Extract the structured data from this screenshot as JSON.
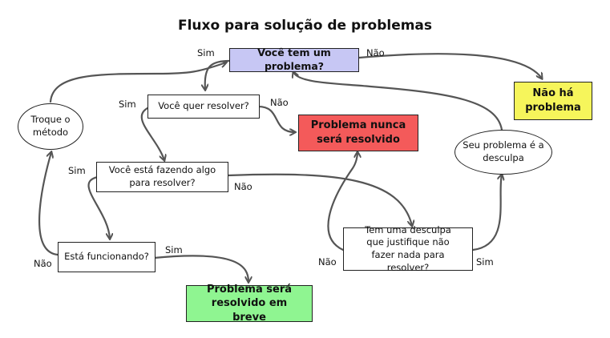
{
  "title": "Fluxo para solução de problemas",
  "nodes": {
    "tem_problema": "Você tem um problema?",
    "nao_ha": "Não há problema",
    "quer_resolver": "Você quer resolver?",
    "nunca": "Problema nunca será resolvido",
    "troque": "Troque o método",
    "fazendo_algo": "Você está fazendo algo para resolver?",
    "desculpa_q": "Seu problema é a desculpa",
    "funcionando": "Está funcionando?",
    "tem_desculpa": "Tem uma desculpa que justifique não fazer nada para resolver?",
    "em_breve": "Problema será resolvido em breve"
  },
  "labels": {
    "sim_1": "Sim",
    "nao_1": "Não",
    "sim_2": "Sim",
    "nao_2": "Não",
    "sim_3": "Sim",
    "nao_3": "Não",
    "nao_4": "Não",
    "sim_4": "Sim",
    "nao_5": "Não",
    "sim_5": "Sim"
  },
  "colors": {
    "start": "#c7c7f4",
    "never": "#f45a5a",
    "no_problem": "#f6f55b",
    "solved": "#8ff591",
    "line": "#555555"
  }
}
